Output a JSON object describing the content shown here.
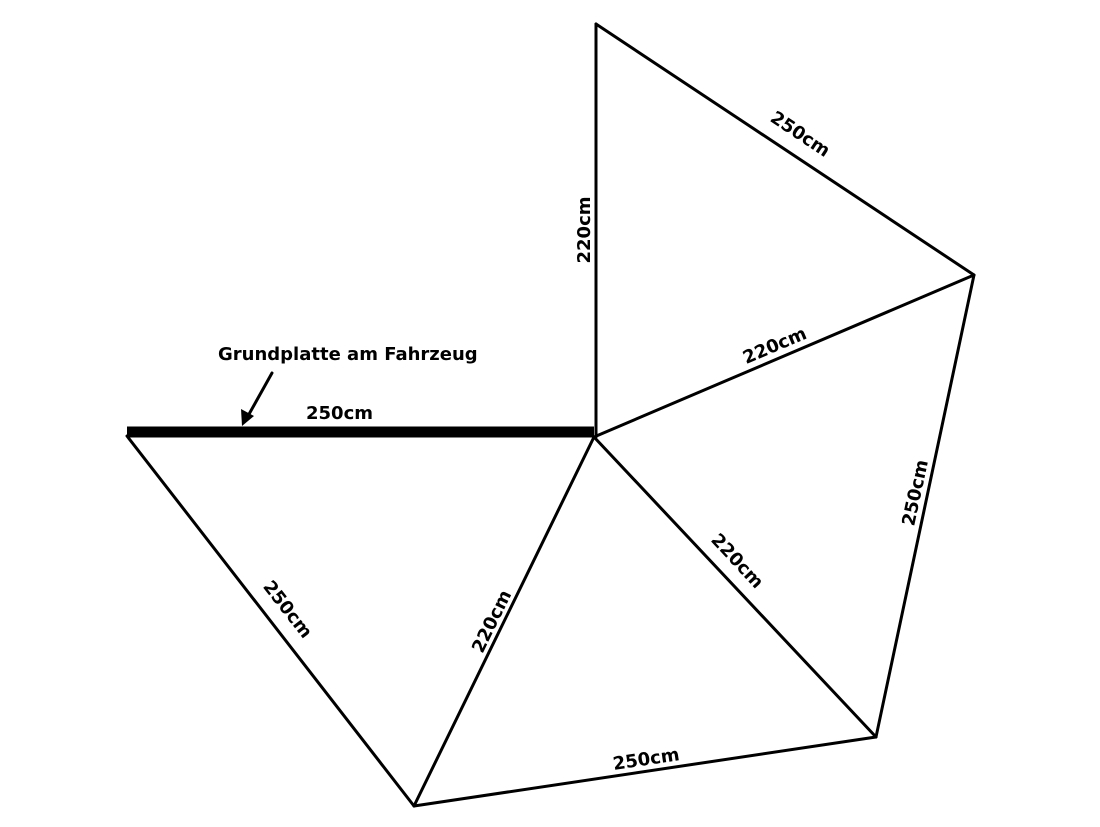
{
  "diagram": {
    "callout": {
      "label": "Grundplatte am Fahrzeug"
    },
    "edges": {
      "base": "250cm",
      "left_outer": "250cm",
      "inner_lower_left": "220cm",
      "inner_lower_right": "220cm",
      "bottom": "250cm",
      "right_outer": "250cm",
      "inner_upper": "220cm",
      "top_right": "250cm",
      "vertical": "220cm"
    }
  }
}
